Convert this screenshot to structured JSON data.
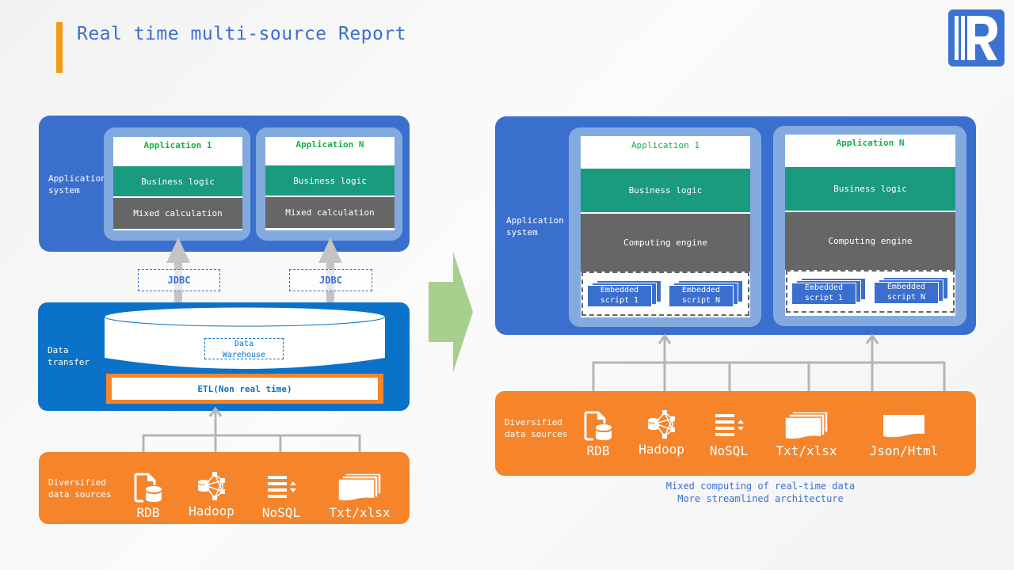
{
  "header": {
    "title": "Real time multi-source Report",
    "logo_icon": "r-logo-icon"
  },
  "colors": {
    "accent_orange": "#f5842a",
    "title_blue": "#3a6fcf",
    "panel_blue": "#3b6fce",
    "data_transfer_blue": "#0a72c8",
    "business_green": "#1a9a7e",
    "engine_gray": "#666666",
    "app_title_green": "#14b04a",
    "transition_arrow_green": "#a8d08d"
  },
  "left": {
    "app_system_label": "Application system",
    "apps": [
      {
        "title": "Application 1",
        "business": "Business logic",
        "calc": "Mixed calculation"
      },
      {
        "title": "Application N",
        "business": "Business logic",
        "calc": "Mixed calculation"
      }
    ],
    "jdbc": [
      "JDBC",
      "JDBC"
    ],
    "data_transfer_label": "Data transfer",
    "warehouse_label_1": "Data",
    "warehouse_label_2": "Warehouse",
    "etl_label": "ETL(Non real time)",
    "sources_label": "Diversified data sources",
    "sources": [
      {
        "icon": "rdb-icon",
        "label": "RDB"
      },
      {
        "icon": "hadoop-icon",
        "label": "Hadoop"
      },
      {
        "icon": "nosql-icon",
        "label": "NoSQL"
      },
      {
        "icon": "files-icon",
        "label": "Txt/xlsx"
      }
    ]
  },
  "right": {
    "app_system_label": "Application system",
    "apps": [
      {
        "title": "Application 1",
        "business": "Business logic",
        "engine": "Computing engine",
        "scripts": [
          {
            "line1": "Embedded",
            "line2": "script 1"
          },
          {
            "line1": "Embedded",
            "line2": "script N"
          }
        ]
      },
      {
        "title": "Application N",
        "business": "Business logic",
        "engine": "Computing engine",
        "scripts": [
          {
            "line1": "Embedded",
            "line2": "script 1"
          },
          {
            "line1": "Embedded",
            "line2": "script N"
          }
        ]
      }
    ],
    "sources_label": "Diversified data sources",
    "sources": [
      {
        "icon": "rdb-icon",
        "label": "RDB"
      },
      {
        "icon": "hadoop-icon",
        "label": "Hadoop"
      },
      {
        "icon": "nosql-icon",
        "label": "NoSQL"
      },
      {
        "icon": "files-icon",
        "label": "Txt/xlsx"
      },
      {
        "icon": "document-icon",
        "label": "Json/Html"
      }
    ],
    "caption_line1": "Mixed computing of real-time data",
    "caption_line2": "More streamlined architecture"
  }
}
